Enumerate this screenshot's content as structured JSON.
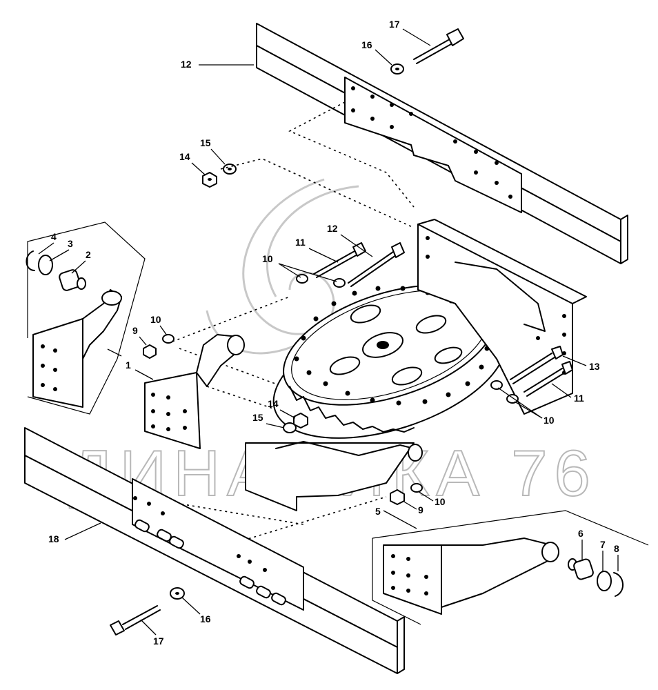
{
  "watermark": {
    "text": "ДИНАМИКА 76"
  },
  "callouts": [
    {
      "id": "c1",
      "label": "1"
    },
    {
      "id": "c2",
      "label": "2"
    },
    {
      "id": "c3",
      "label": "3"
    },
    {
      "id": "c4",
      "label": "4"
    },
    {
      "id": "c5",
      "label": "5"
    },
    {
      "id": "c6",
      "label": "6"
    },
    {
      "id": "c7",
      "label": "7"
    },
    {
      "id": "c8",
      "label": "8"
    },
    {
      "id": "c9a",
      "label": "9"
    },
    {
      "id": "c9b",
      "label": "9"
    },
    {
      "id": "c10a",
      "label": "10"
    },
    {
      "id": "c10b",
      "label": "10"
    },
    {
      "id": "c10c",
      "label": "10"
    },
    {
      "id": "c10d",
      "label": "10"
    },
    {
      "id": "c11a",
      "label": "11"
    },
    {
      "id": "c11b",
      "label": "11"
    },
    {
      "id": "c12a",
      "label": "12"
    },
    {
      "id": "c12b",
      "label": "12"
    },
    {
      "id": "c13",
      "label": "13"
    },
    {
      "id": "c14a",
      "label": "14"
    },
    {
      "id": "c14b",
      "label": "14"
    },
    {
      "id": "c15a",
      "label": "15"
    },
    {
      "id": "c15b",
      "label": "15"
    },
    {
      "id": "c16a",
      "label": "16"
    },
    {
      "id": "c16b",
      "label": "16"
    },
    {
      "id": "c17a",
      "label": "17"
    },
    {
      "id": "c17b",
      "label": "17"
    },
    {
      "id": "c18",
      "label": "18"
    }
  ]
}
